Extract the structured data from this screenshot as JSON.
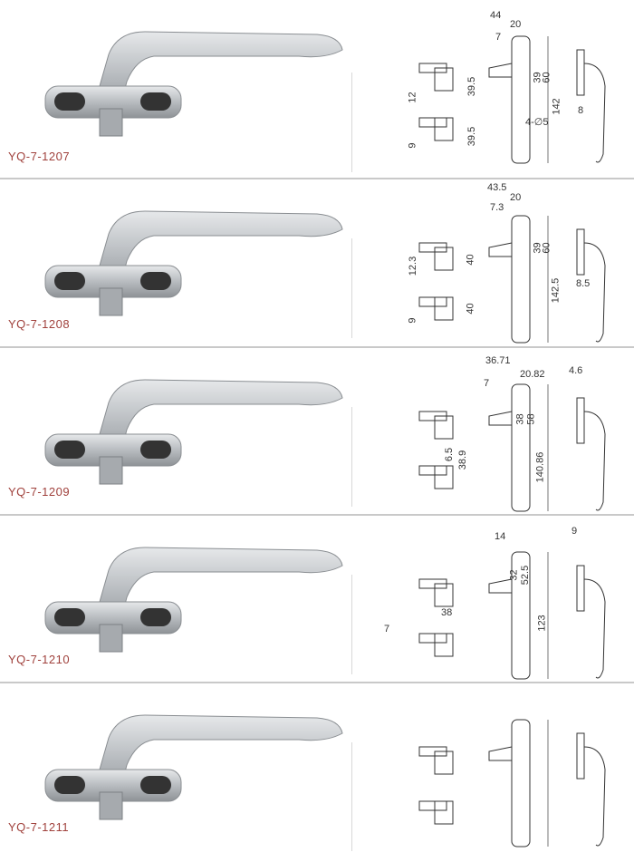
{
  "products": [
    {
      "model": "YQ-7-1207",
      "dims": [
        "44",
        "20",
        "7",
        "39",
        "60",
        "142",
        "4-∅5",
        "8",
        "12",
        "39.5",
        "9",
        "39.5"
      ]
    },
    {
      "model": "YQ-7-1208",
      "dims": [
        "43.5",
        "20",
        "7.3",
        "39",
        "60",
        "142.5",
        "8.5",
        "12.3",
        "40",
        "9",
        "40"
      ]
    },
    {
      "model": "YQ-7-1209",
      "dims": [
        "36.71",
        "20.82",
        "7",
        "38",
        "58",
        "140.86",
        "4.6",
        "6.5",
        "38.9"
      ]
    },
    {
      "model": "YQ-7-1210",
      "dims": [
        "14",
        "32",
        "52.5",
        "123",
        "9",
        "38",
        "7"
      ]
    },
    {
      "model": "YQ-7-1211",
      "dims": []
    }
  ],
  "colors": {
    "model_label": "#a0413c",
    "separator": "#c9c9c9"
  }
}
